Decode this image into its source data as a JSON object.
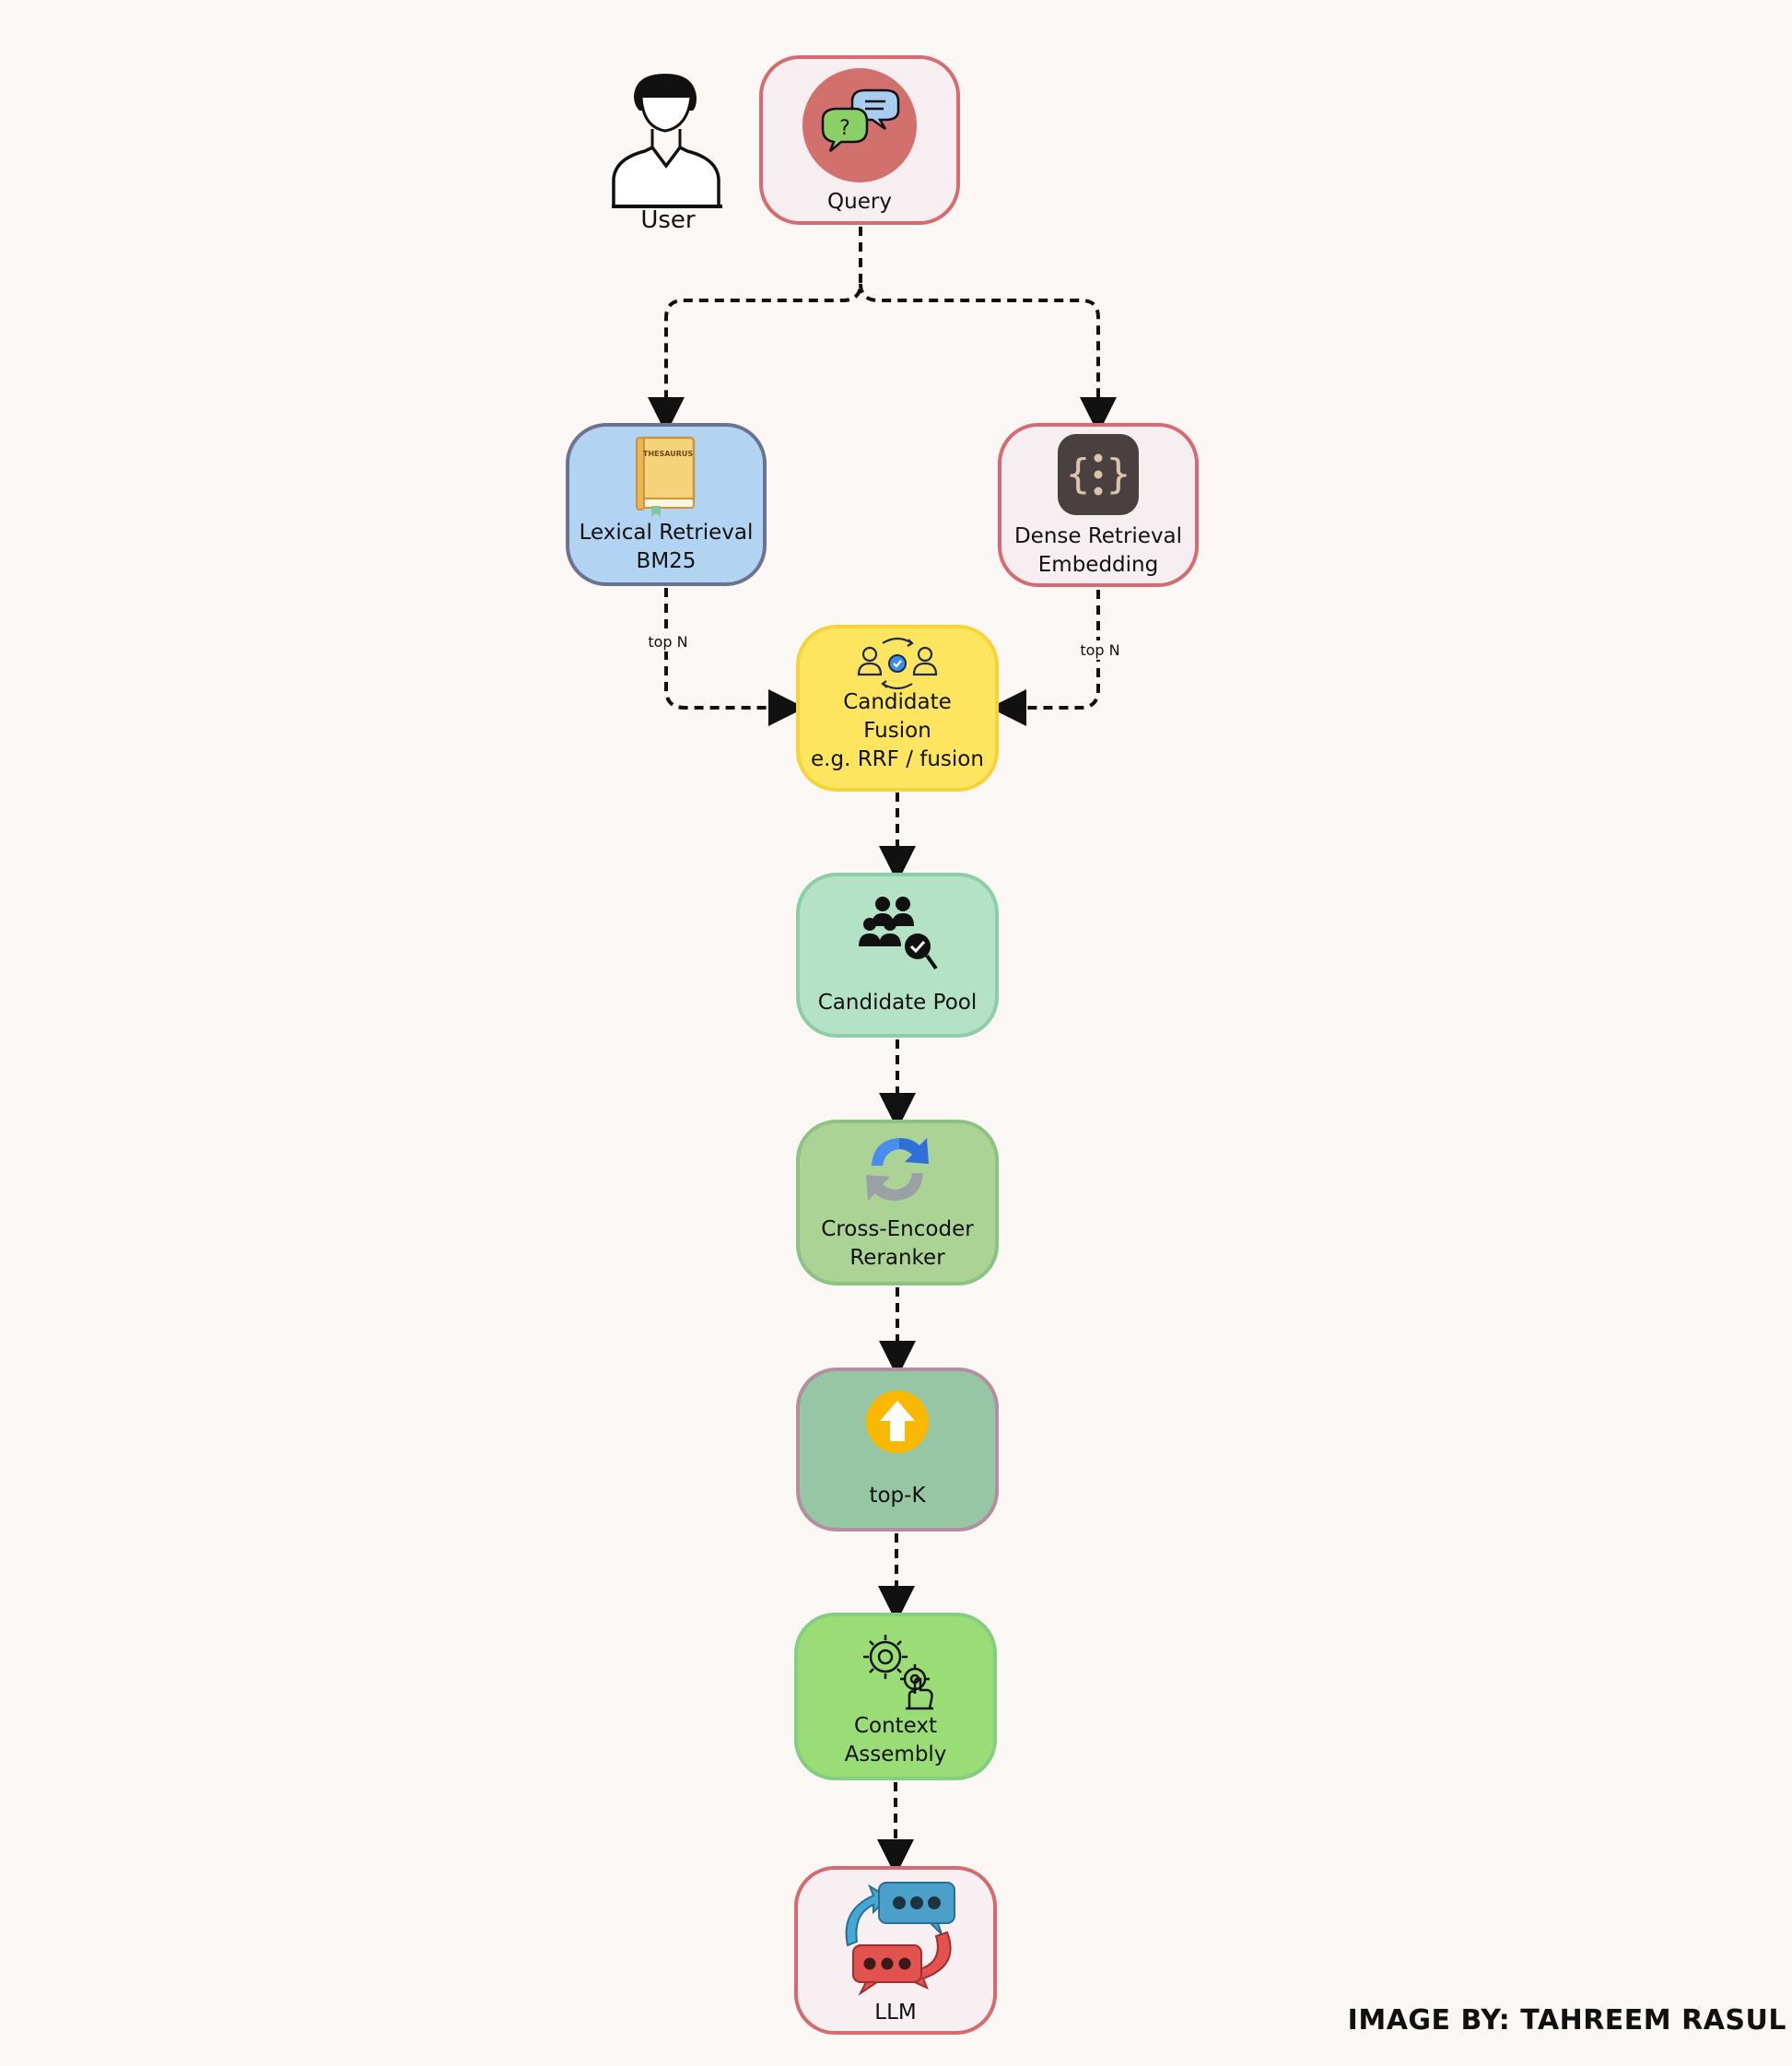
{
  "user": {
    "label": "User"
  },
  "nodes": {
    "query": {
      "label": "Query",
      "icon": "chat-question-icon"
    },
    "lexical": {
      "line1": "Lexical Retrieval",
      "line2": "BM25",
      "icon": "thesaurus-book-icon",
      "book_text": "THESAURUS"
    },
    "dense": {
      "line1": "Dense Retrieval",
      "line2": "Embedding",
      "icon": "curly-braces-icon"
    },
    "fusion": {
      "line1": "Candidate",
      "line2": "Fusion",
      "line3": "e.g. RRF / fusion",
      "icon": "people-exchange-icon"
    },
    "pool": {
      "label": "Candidate Pool",
      "icon": "people-search-icon"
    },
    "reranker": {
      "line1": "Cross-Encoder",
      "line2": "Reranker",
      "icon": "refresh-arrows-icon"
    },
    "topk": {
      "label": "top-K",
      "icon": "up-arrow-circle-icon"
    },
    "context": {
      "line1": "Context",
      "line2": "Assembly",
      "icon": "gears-hand-icon"
    },
    "llm": {
      "label": "LLM",
      "icon": "chat-bubbles-cycle-icon"
    }
  },
  "edges": {
    "lexical_label": "top N",
    "dense_label": "top N"
  },
  "credit": "IMAGE BY:  TAHREEM RASUL",
  "colors": {
    "background": "#faf7f4",
    "query": "#f6eef0",
    "lexical": "#b3d3f2",
    "dense": "#f6eef0",
    "fusion": "#fee560",
    "pool": "#b3e2c6",
    "reranker": "#acd396",
    "topk": "#96c6a3",
    "context": "#9add76",
    "llm": "#f7eff2"
  }
}
